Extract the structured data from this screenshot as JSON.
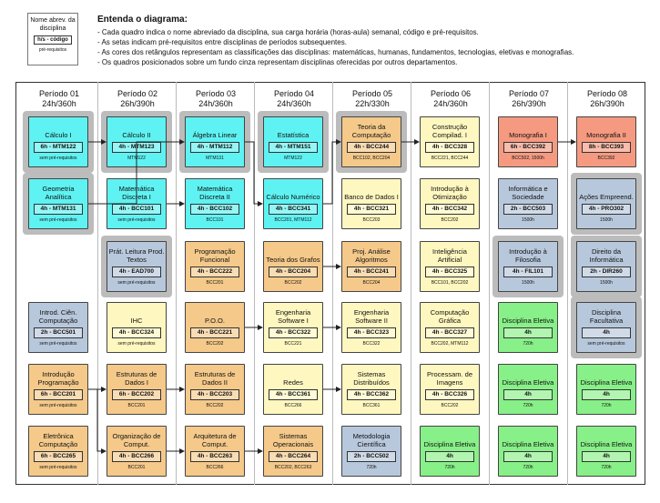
{
  "legend": {
    "name": "Nome abrev. da disciplina",
    "code": "h/s - código",
    "prereq": "pré-requisitos"
  },
  "instructions": {
    "title": "Entenda o diagrama:",
    "items": [
      "Cada quadro indica o nome abreviado da disciplina, sua carga horária (horas-aula) semanal, código e pré-requisitos.",
      "As setas indicam pré-requisitos entre disciplinas de períodos subsequentes.",
      "As cores dos retângulos representam as classificações das disciplinas: matemáticas, humanas, fundamentos, tecnologias, eletivas e monografias.",
      "Os quadros posicionados sobre um fundo cinza representam disciplinas oferecidas por outros departamentos."
    ]
  },
  "periods": [
    {
      "title": "Período 01",
      "load": "24h/360h"
    },
    {
      "title": "Período 02",
      "load": "26h/390h"
    },
    {
      "title": "Período 03",
      "load": "24h/360h"
    },
    {
      "title": "Período 04",
      "load": "24h/360h"
    },
    {
      "title": "Período 05",
      "load": "22h/330h"
    },
    {
      "title": "Período 06",
      "load": "24h/360h"
    },
    {
      "title": "Período 07",
      "load": "26h/390h"
    },
    {
      "title": "Período 08",
      "load": "26h/390h"
    }
  ],
  "colors": {
    "cyan": "#5ff2f2",
    "orange": "#f4c98a",
    "yellow": "#fff7c0",
    "blue": "#b8c8dc",
    "green": "#88f088",
    "salmon": "#f59a80"
  },
  "courses": [
    {
      "id": "mtm122",
      "col": 0,
      "row": 0,
      "name": "Cálculo I",
      "code": "6h - MTM122",
      "prereq": "sem pré-requisitos",
      "color": "cyan",
      "gray": true
    },
    {
      "id": "mtm131",
      "col": 0,
      "row": 1,
      "name": "Geometria Analítica",
      "code": "4h - MTM131",
      "prereq": "sem pré-requisitos",
      "color": "cyan",
      "gray": true
    },
    {
      "id": "bcc501",
      "col": 0,
      "row": 3,
      "name": "Introd. Ciên. Computação",
      "code": "2h - BCC501",
      "prereq": "sem pré-requisitos",
      "color": "blue",
      "gray": false
    },
    {
      "id": "bcc201",
      "col": 0,
      "row": 4,
      "name": "Introdução Programação",
      "code": "6h - BCC201",
      "prereq": "sem pré-requisitos",
      "color": "orange",
      "gray": false
    },
    {
      "id": "bcc265",
      "col": 0,
      "row": 5,
      "name": "Eletrônica Computação",
      "code": "6h - BCC265",
      "prereq": "sem pré-requisitos",
      "color": "orange",
      "gray": false
    },
    {
      "id": "mtm123",
      "col": 1,
      "row": 0,
      "name": "Cálculo II",
      "code": "4h - MTM123",
      "prereq": "MTM122",
      "color": "cyan",
      "gray": true
    },
    {
      "id": "bcc101",
      "col": 1,
      "row": 1,
      "name": "Matemática Discreta I",
      "code": "4h - BCC101",
      "prereq": "sem pré-requisitos",
      "color": "cyan",
      "gray": false
    },
    {
      "id": "ead700",
      "col": 1,
      "row": 2,
      "name": "Prát. Leitura Prod. Textos",
      "code": "4h - EAD700",
      "prereq": "sem pré-requisitos",
      "color": "blue",
      "gray": true
    },
    {
      "id": "bcc324",
      "col": 1,
      "row": 3,
      "name": "IHC",
      "code": "4h - BCC324",
      "prereq": "sem pré-requisitos",
      "color": "yellow",
      "gray": false
    },
    {
      "id": "bcc202",
      "col": 1,
      "row": 4,
      "name": "Estruturas de Dados I",
      "code": "6h - BCC202",
      "prereq": "BCC201",
      "color": "orange",
      "gray": false
    },
    {
      "id": "bcc266",
      "col": 1,
      "row": 5,
      "name": "Organização de Comput.",
      "code": "4h - BCC266",
      "prereq": "BCC201",
      "color": "orange",
      "gray": false
    },
    {
      "id": "mtm112",
      "col": 2,
      "row": 0,
      "name": "Álgebra Linear",
      "code": "4h - MTM112",
      "prereq": "MTM131",
      "color": "cyan",
      "gray": true
    },
    {
      "id": "bcc102",
      "col": 2,
      "row": 1,
      "name": "Matemática Discreta II",
      "code": "4h - BCC102",
      "prereq": "BCC101",
      "color": "cyan",
      "gray": false
    },
    {
      "id": "bcc222",
      "col": 2,
      "row": 2,
      "name": "Programação Funcional",
      "code": "4h - BCC222",
      "prereq": "BCC201",
      "color": "orange",
      "gray": false
    },
    {
      "id": "bcc221",
      "col": 2,
      "row": 3,
      "name": "P.O.O.",
      "code": "4h - BCC221",
      "prereq": "BCC202",
      "color": "orange",
      "gray": false
    },
    {
      "id": "bcc203",
      "col": 2,
      "row": 4,
      "name": "Estruturas de Dados II",
      "code": "4h - BCC203",
      "prereq": "BCC202",
      "color": "orange",
      "gray": false
    },
    {
      "id": "bcc263",
      "col": 2,
      "row": 5,
      "name": "Arquitetura de Comput.",
      "code": "4h - BCC263",
      "prereq": "BCC266",
      "color": "orange",
      "gray": false
    },
    {
      "id": "mtm151",
      "col": 3,
      "row": 0,
      "name": "Estatística",
      "code": "4h - MTM151",
      "prereq": "MTM122",
      "color": "cyan",
      "gray": true
    },
    {
      "id": "bcc341",
      "col": 3,
      "row": 1,
      "name": "Cálculo Numérico",
      "code": "4h - BCC341",
      "prereq": "BCC201, MTM112",
      "color": "cyan",
      "gray": false
    },
    {
      "id": "bcc204",
      "col": 3,
      "row": 2,
      "name": "Teoria dos Grafos",
      "code": "4h - BCC204",
      "prereq": "BCC202",
      "color": "orange",
      "gray": false
    },
    {
      "id": "bcc322",
      "col": 3,
      "row": 3,
      "name": "Engenharia Software I",
      "code": "4h - BCC322",
      "prereq": "BCC221",
      "color": "yellow",
      "gray": false
    },
    {
      "id": "bcc361",
      "col": 3,
      "row": 4,
      "name": "Redes",
      "code": "4h - BCC361",
      "prereq": "BCC266",
      "color": "yellow",
      "gray": false
    },
    {
      "id": "bcc264",
      "col": 3,
      "row": 5,
      "name": "Sistemas Operacionais",
      "code": "4h - BCC264",
      "prereq": "BCC202, BCC263",
      "color": "orange",
      "gray": false
    },
    {
      "id": "bcc244",
      "col": 4,
      "row": 0,
      "name": "Teoria da Computação",
      "code": "4h - BCC244",
      "prereq": "BCC102, BCC204",
      "color": "orange",
      "gray": true
    },
    {
      "id": "bcc321",
      "col": 4,
      "row": 1,
      "name": "Banco de Dados I",
      "code": "4h - BCC321",
      "prereq": "BCC203",
      "color": "yellow",
      "gray": false
    },
    {
      "id": "bcc241",
      "col": 4,
      "row": 2,
      "name": "Proj. Análise Algoritmos",
      "code": "4h - BCC241",
      "prereq": "BCC204",
      "color": "orange",
      "gray": false
    },
    {
      "id": "bcc323",
      "col": 4,
      "row": 3,
      "name": "Engenharia Software II",
      "code": "4h - BCC323",
      "prereq": "BCC322",
      "color": "yellow",
      "gray": false
    },
    {
      "id": "bcc362",
      "col": 4,
      "row": 4,
      "name": "Sistemas Distribuídos",
      "code": "4h - BCC362",
      "prereq": "BCC361",
      "color": "yellow",
      "gray": false
    },
    {
      "id": "bcc502",
      "col": 4,
      "row": 5,
      "name": "Metodologia Científica",
      "code": "2h - BCC502",
      "prereq": "720h",
      "color": "blue",
      "gray": false
    },
    {
      "id": "bcc328",
      "col": 5,
      "row": 0,
      "name": "Construção Compilad. I",
      "code": "4h - BCC328",
      "prereq": "BCC221, BCC244",
      "color": "yellow",
      "gray": false
    },
    {
      "id": "bcc342",
      "col": 5,
      "row": 1,
      "name": "Introdução à Otimização",
      "code": "4h - BCC342",
      "prereq": "BCC202",
      "color": "yellow",
      "gray": false
    },
    {
      "id": "bcc325",
      "col": 5,
      "row": 2,
      "name": "Inteligência Artificial",
      "code": "4h - BCC325",
      "prereq": "BCC101, BCC202",
      "color": "yellow",
      "gray": false
    },
    {
      "id": "bcc327",
      "col": 5,
      "row": 3,
      "name": "Computação Gráfica",
      "code": "4h - BCC327",
      "prereq": "BCC202, MTM112",
      "color": "yellow",
      "gray": false
    },
    {
      "id": "bcc326",
      "col": 5,
      "row": 4,
      "name": "Processam. de Imagens",
      "code": "4h - BCC326",
      "prereq": "BCC202",
      "color": "yellow",
      "gray": false
    },
    {
      "id": "el6",
      "col": 5,
      "row": 5,
      "name": "Disciplina Eletiva",
      "code": "4h",
      "prereq": "720h",
      "color": "green",
      "gray": false
    },
    {
      "id": "bcc392",
      "col": 6,
      "row": 0,
      "name": "Monografia I",
      "code": "6h - BCC392",
      "prereq": "BCC502, 1500h",
      "color": "salmon",
      "gray": false
    },
    {
      "id": "bcc503",
      "col": 6,
      "row": 1,
      "name": "Informática e Sociedade",
      "code": "2h - BCC503",
      "prereq": "1500h",
      "color": "blue",
      "gray": false
    },
    {
      "id": "fil101",
      "col": 6,
      "row": 2,
      "name": "Introdução à Filosofia",
      "code": "4h - FIL101",
      "prereq": "1500h",
      "color": "blue",
      "gray": true
    },
    {
      "id": "el7a",
      "col": 6,
      "row": 3,
      "name": "Disciplina Eletiva",
      "code": "4h",
      "prereq": "720h",
      "color": "green",
      "gray": false
    },
    {
      "id": "el7b",
      "col": 6,
      "row": 4,
      "name": "Disciplina Eletiva",
      "code": "4h",
      "prereq": "720h",
      "color": "green",
      "gray": false
    },
    {
      "id": "el7c",
      "col": 6,
      "row": 5,
      "name": "Disciplina Eletiva",
      "code": "4h",
      "prereq": "720h",
      "color": "green",
      "gray": false
    },
    {
      "id": "bcc393",
      "col": 7,
      "row": 0,
      "name": "Monografia II",
      "code": "8h - BCC393",
      "prereq": "BCC392",
      "color": "salmon",
      "gray": false
    },
    {
      "id": "pro302",
      "col": 7,
      "row": 1,
      "name": "Ações Empreend.",
      "code": "4h - PRO302",
      "prereq": "1500h",
      "color": "blue",
      "gray": true
    },
    {
      "id": "dir260",
      "col": 7,
      "row": 2,
      "name": "Direito da Informática",
      "code": "2h - DIR260",
      "prereq": "1500h",
      "color": "blue",
      "gray": true
    },
    {
      "id": "fac8",
      "col": 7,
      "row": 3,
      "name": "Disciplina Facultativa",
      "code": "4h",
      "prereq": "sem pré-requisitos",
      "color": "blue",
      "gray": true
    },
    {
      "id": "el8a",
      "col": 7,
      "row": 4,
      "name": "Disciplina Eletiva",
      "code": "4h",
      "prereq": "720h",
      "color": "green",
      "gray": false
    },
    {
      "id": "el8b",
      "col": 7,
      "row": 5,
      "name": "Disciplina Eletiva",
      "code": "4h",
      "prereq": "720h",
      "color": "green",
      "gray": false
    }
  ],
  "arrows": [
    [
      "mtm122",
      "mtm123"
    ],
    [
      "mtm131",
      "mtm112"
    ],
    [
      "mtm112",
      "bcc341"
    ],
    [
      "bcc101",
      "bcc102"
    ],
    [
      "bcc341",
      "bcc244"
    ],
    [
      "bcc244",
      "bcc328"
    ],
    [
      "bcc204",
      "bcc241"
    ],
    [
      "bcc221",
      "bcc322"
    ],
    [
      "bcc322",
      "bcc323"
    ],
    [
      "bcc201",
      "bcc202"
    ],
    [
      "bcc202",
      "bcc203"
    ],
    [
      "bcc361",
      "bcc362"
    ],
    [
      "bcc266",
      "bcc263"
    ],
    [
      "bcc263",
      "bcc264"
    ],
    [
      "bcc392",
      "bcc393"
    ],
    [
      "bcc201",
      "bcc266"
    ]
  ]
}
